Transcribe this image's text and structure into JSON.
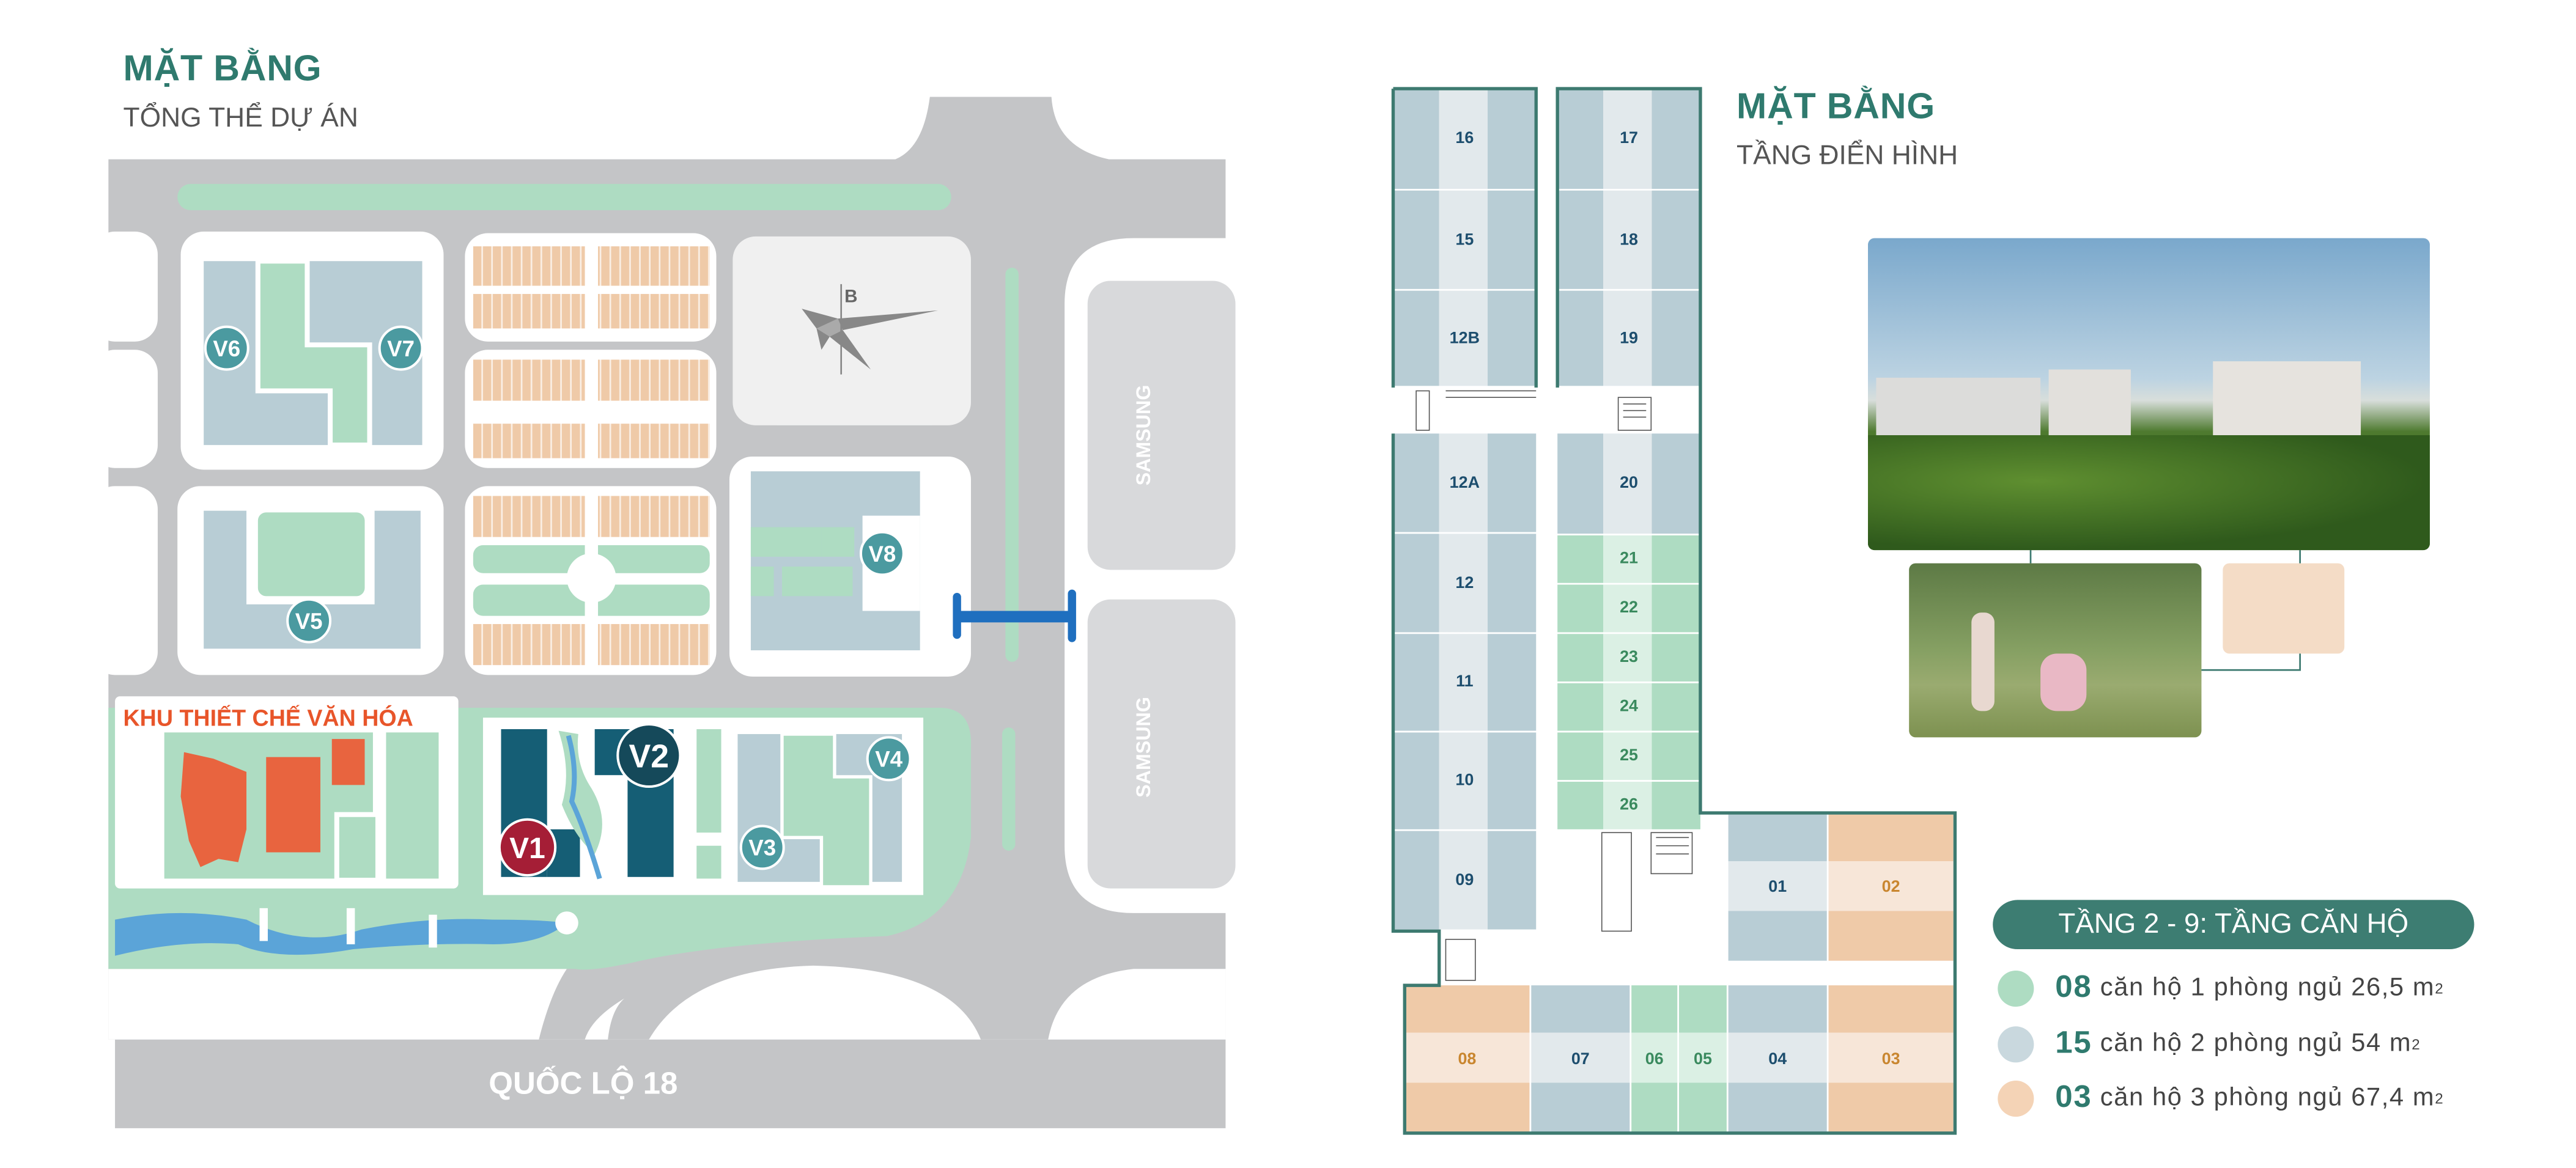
{
  "left_panel": {
    "title": "MẶT BẰNG",
    "subtitle": "TỔNG THỂ DỰ ÁN",
    "compass_label": "B",
    "cultural_zone": "KHU THIẾT CHẾ VĂN HÓA",
    "road_label": "QUỐC LỘ 18",
    "neighbor_labels": [
      "SAMSUNG",
      "SAMSUNG"
    ],
    "buildings": [
      "V1",
      "V2",
      "V3",
      "V4",
      "V5",
      "V6",
      "V7",
      "V8"
    ],
    "colors": {
      "road": "#c4c5c7",
      "park": "#aedcc2",
      "block": "#b8cdd5",
      "townhouse": "#efcaa8",
      "cultural": "#e8643f",
      "v1": "#a51e36",
      "v2": "#15495a",
      "marker": "#4b9aa0",
      "river": "#5ba4d8",
      "bridge": "#1f6fbf"
    }
  },
  "right_panel": {
    "title": "MẶT BẰNG",
    "subtitle": "TẦNG ĐIỂN HÌNH",
    "floor_badge": "TẦNG 2 - 9: TẦNG CĂN HỘ",
    "units": [
      {
        "label": "16",
        "type": "2br"
      },
      {
        "label": "15",
        "type": "2br"
      },
      {
        "label": "12B",
        "type": "2br"
      },
      {
        "label": "17",
        "type": "2br"
      },
      {
        "label": "18",
        "type": "2br"
      },
      {
        "label": "19",
        "type": "2br"
      },
      {
        "label": "12A",
        "type": "2br"
      },
      {
        "label": "12",
        "type": "2br"
      },
      {
        "label": "11",
        "type": "2br"
      },
      {
        "label": "10",
        "type": "2br"
      },
      {
        "label": "09",
        "type": "2br"
      },
      {
        "label": "20",
        "type": "2br"
      },
      {
        "label": "21",
        "type": "1br"
      },
      {
        "label": "22",
        "type": "1br"
      },
      {
        "label": "23",
        "type": "1br"
      },
      {
        "label": "24",
        "type": "1br"
      },
      {
        "label": "25",
        "type": "1br"
      },
      {
        "label": "26",
        "type": "1br"
      },
      {
        "label": "01",
        "type": "2br"
      },
      {
        "label": "02",
        "type": "3br"
      },
      {
        "label": "08",
        "type": "3br"
      },
      {
        "label": "07",
        "type": "2br"
      },
      {
        "label": "06",
        "type": "1br"
      },
      {
        "label": "05",
        "type": "1br"
      },
      {
        "label": "04",
        "type": "2br"
      },
      {
        "label": "03",
        "type": "3br"
      }
    ],
    "legend": [
      {
        "count": "08",
        "desc": "căn hộ 1 phòng ngủ 26,5 m",
        "sup": "2",
        "color": "#aedcc2"
      },
      {
        "count": "15",
        "desc": "căn hộ 2 phòng ngủ 54 m",
        "sup": "2",
        "color": "#c9d8de"
      },
      {
        "count": "03",
        "desc": "căn hộ 3 phòng ngủ 67,4 m",
        "sup": "2",
        "color": "#f4d3b6"
      }
    ],
    "colors": {
      "accent": "#3d7d72",
      "outline": "#3d7a70"
    }
  }
}
